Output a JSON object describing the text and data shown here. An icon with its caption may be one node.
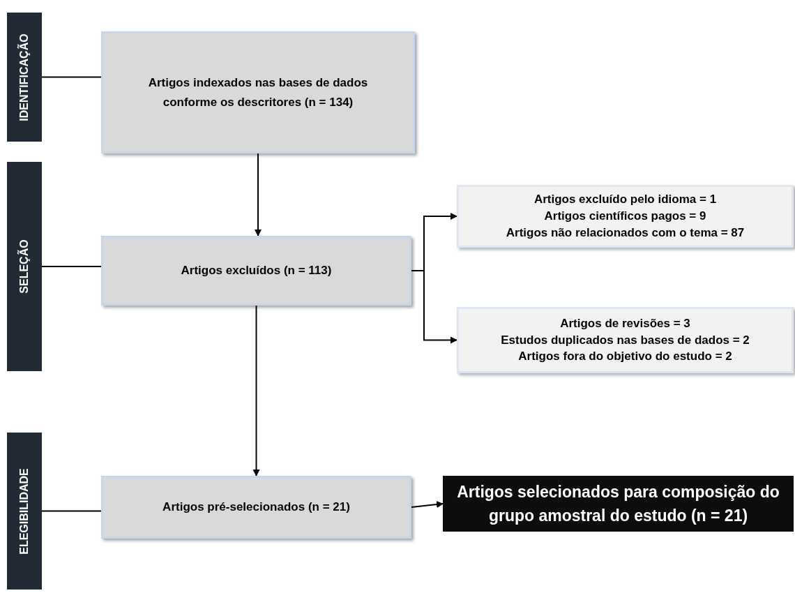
{
  "diagram": {
    "nodes": [
      {
        "text": [
          "IDENTIFICAÇÃO"
        ]
      },
      {
        "text": [
          "Artigos indexados nas bases de dados conforme os descritores (n = 134)"
        ]
      },
      {
        "text": [
          "SELEÇÃO"
        ]
      },
      {
        "text": [
          "Artigos excluídos (n = 113)"
        ]
      },
      {
        "text": [
          "Artigos excluído pelo idioma = 1",
          "Artigos científicos pagos = 9",
          "Artigos não relacionados com o tema = 87"
        ]
      },
      {
        "text": [
          "Artigos de revisões = 3",
          "Estudos duplicados nas bases de dados = 2",
          "Artigos fora do objetivo do estudo = 2"
        ]
      },
      {
        "text": [
          "ELEGIBILIDADE"
        ]
      },
      {
        "text": [
          "Artigos pré-selecionados (n = 21)"
        ]
      },
      {
        "text": [
          "Artigos selecionados para composição do grupo amostral do estudo (n = 21)"
        ]
      }
    ],
    "edges": [
      {
        "from": 0,
        "to": 1,
        "arrow": "none"
      },
      {
        "from": 1,
        "to": 3,
        "arrow": "to"
      },
      {
        "from": 2,
        "to": 3,
        "arrow": "none"
      },
      {
        "from": 3,
        "to": 4,
        "arrow": "to"
      },
      {
        "from": 3,
        "to": 5,
        "arrow": "to"
      },
      {
        "from": 3,
        "to": 7,
        "arrow": "to"
      },
      {
        "from": 6,
        "to": 7,
        "arrow": "none"
      },
      {
        "from": 7,
        "to": 8,
        "arrow": "to"
      }
    ]
  }
}
